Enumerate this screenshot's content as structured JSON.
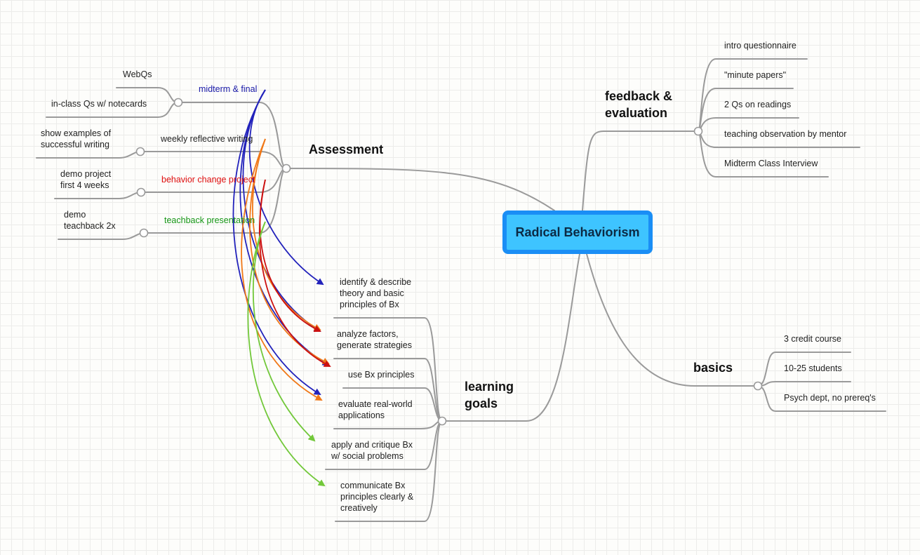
{
  "central_topic": "Radical Behaviorism",
  "branches": {
    "assessment": {
      "title": "Assessment",
      "items": [
        {
          "label": "midterm & final",
          "color": "#1a1aa8",
          "children": [
            "WebQs",
            "in-class Qs w/ notecards"
          ]
        },
        {
          "label": "weekly reflective writing",
          "color": "#222222",
          "children": [
            "show examples of\nsuccessful writing"
          ]
        },
        {
          "label": "behavior change project",
          "color": "#e01010",
          "children": [
            "demo project\nfirst 4 weeks"
          ]
        },
        {
          "label": "teachback presentation",
          "color": "#169616",
          "children": [
            "demo\nteachback 2x"
          ]
        }
      ]
    },
    "feedback": {
      "title": "feedback &\nevaluation",
      "items": [
        "intro questionnaire",
        "\"minute papers\"",
        "2 Qs on readings",
        "teaching observation by mentor",
        "Midterm Class Interview"
      ]
    },
    "learning_goals": {
      "title": "learning\ngoals",
      "items": [
        "identify & describe\ntheory and basic\nprinciples of Bx",
        "analyze factors,\ngenerate strategies",
        "use Bx principles",
        "evaluate real-world\napplications",
        "apply and critique Bx\nw/ social problems",
        "communicate Bx\nprinciples clearly &\ncreatively"
      ]
    },
    "basics": {
      "title": "basics",
      "items": [
        "3 credit course",
        "10-25 students",
        "Psych dept, no prereq's"
      ]
    }
  },
  "arrow_colors": {
    "midterm": "#2222bb",
    "reflective": "#f07818",
    "project": "#cc1010",
    "teachback": "#72c83a"
  }
}
